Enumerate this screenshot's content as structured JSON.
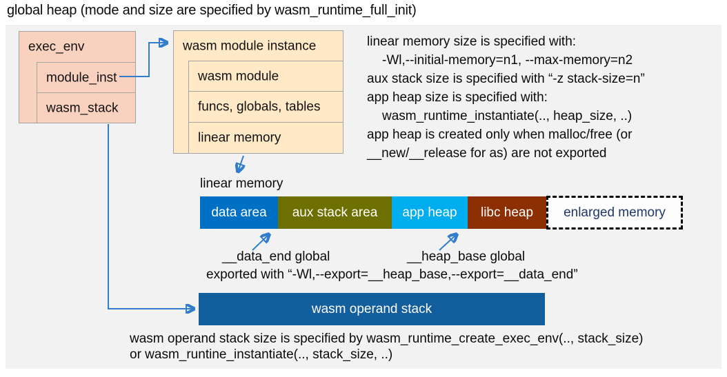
{
  "title": "global heap (mode and size are specified by wasm_runtime_full_init)",
  "exec_env": {
    "title": "exec_env",
    "rows": [
      "module_inst",
      "wasm_stack"
    ]
  },
  "module_instance": {
    "title": "wasm module instance",
    "rows": [
      "wasm module",
      "funcs, globals, tables",
      "linear memory"
    ]
  },
  "notes": {
    "lines": [
      "linear memory size is specified with:",
      "-Wl,--initial-memory=n1, --max-memory=n2",
      "aux stack size is specified with “-z stack-size=n”",
      "app heap size is specified with:",
      "wasm_runtime_instantiate(.., heap_size, ..)",
      "app heap is created only when malloc/free (or",
      "__new/__release for as) are not exported"
    ]
  },
  "linear_memory": {
    "label": "linear memory",
    "segments": [
      {
        "label": "data area",
        "color": "#0070c5"
      },
      {
        "label": "aux stack area",
        "color": "#6d7000"
      },
      {
        "label": "app heap",
        "color": "#00aeef"
      },
      {
        "label": "libc heap",
        "color": "#8c3004"
      }
    ],
    "enlarged": {
      "label": "enlarged memory",
      "text_color": "#1f3864"
    }
  },
  "annotations": {
    "data_end": "__data_end global",
    "heap_base": "__heap_base global",
    "exported": "exported with “-Wl,--export=__heap_base,--export=__data_end”"
  },
  "operand_stack": {
    "label": "wasm operand stack",
    "color": "#135e9c",
    "note_line1": "wasm operand stack size is specified by wasm_runtime_create_exec_env(.., stack_size)",
    "note_line2": "or wasm_runtine_instantiate(.., stack_size, ..)"
  },
  "colors": {
    "panel_bg": "#f2f2f2",
    "exec_env_fill": "#f9d2bf",
    "module_instance_fill": "#ffe9c7",
    "box_border": "#a3a3a3",
    "arrow": "#2f7dcb"
  }
}
